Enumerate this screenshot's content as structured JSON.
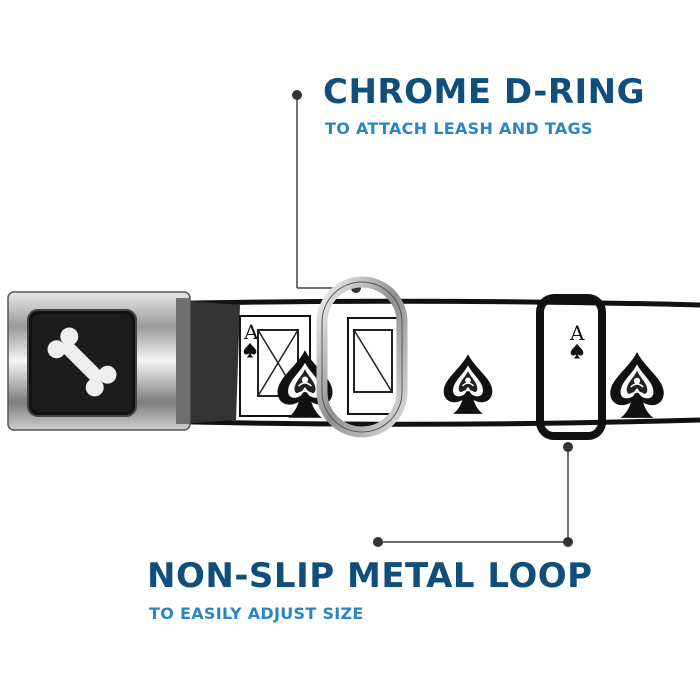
{
  "callouts": {
    "d_ring": {
      "title": "CHROME D-RING",
      "subtitle": "TO ATTACH LEASH AND TAGS"
    },
    "metal_loop": {
      "title": "NON-SLIP METAL LOOP",
      "subtitle": "TO EASILY ADJUST SIZE"
    }
  },
  "product": {
    "buckle_icon": "bone-icon",
    "print_pattern": [
      "ace-of-spades-icon",
      "spade-icon"
    ],
    "card_letter": "A"
  },
  "colors": {
    "title": "#0f4f7a",
    "subtitle": "#2a86c3",
    "leader_line": "#444444",
    "strap_edge": "#111111"
  }
}
